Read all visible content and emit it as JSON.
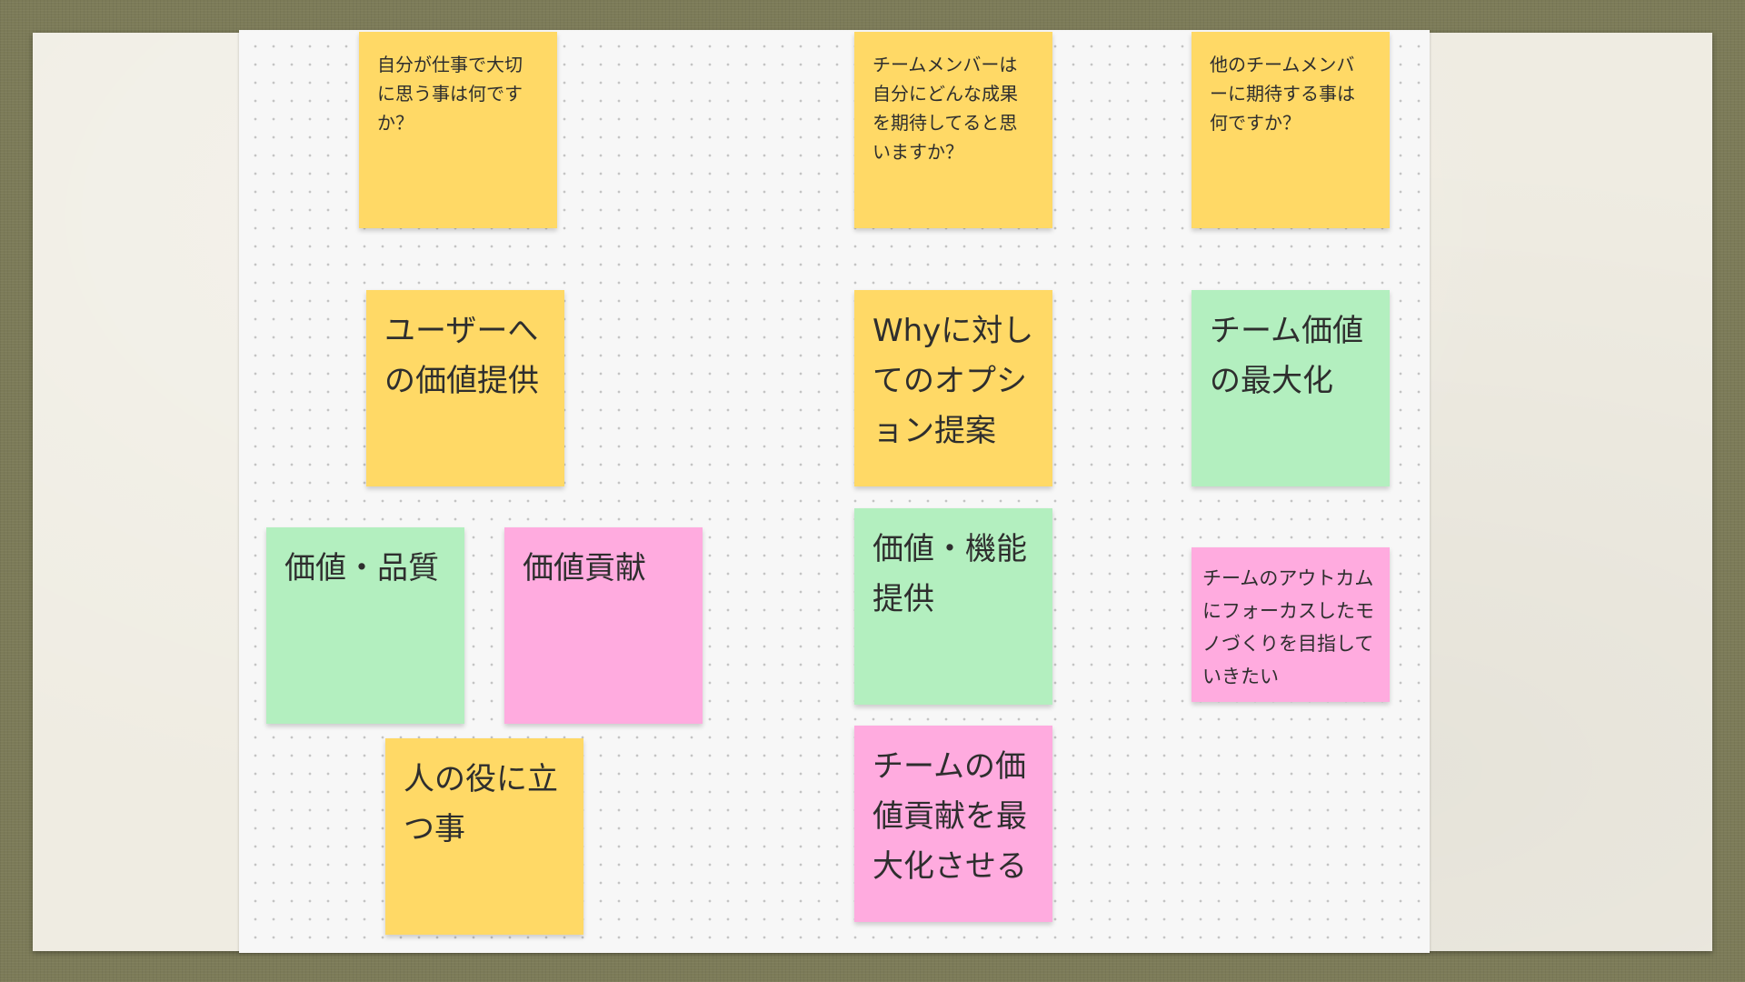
{
  "board": {
    "colors": {
      "yellow": "#ffd966",
      "green": "#b3efbf",
      "pink": "#ffabdf"
    },
    "questions": [
      {
        "text": "自分が仕事で大切に思う事は何ですか？",
        "color": "yellow"
      },
      {
        "text": "チームメンバーは自分にどんな成果を期待してると思いますか？",
        "color": "yellow"
      },
      {
        "text": "他のチームメンバーに期待する事は何ですか？",
        "color": "yellow"
      }
    ],
    "answers": {
      "col1": [
        {
          "text": "ユーザーへの価値提供",
          "color": "yellow"
        },
        {
          "text": "価値・品質",
          "color": "green"
        },
        {
          "text": "価値貢献",
          "color": "pink"
        },
        {
          "text": "人の役に立つ事",
          "color": "yellow"
        }
      ],
      "col2": [
        {
          "text": "Whyに対してのオプション提案",
          "color": "yellow"
        },
        {
          "text": "価値・機能提供",
          "color": "green"
        },
        {
          "text": "チームの価値貢献を最大化させる",
          "color": "pink"
        }
      ],
      "col3": [
        {
          "text": "チーム価値の最大化",
          "color": "green"
        },
        {
          "text": "チームのアウトカムにフォーカスしたモノづくりを目指していきたい",
          "color": "pink"
        }
      ]
    }
  }
}
